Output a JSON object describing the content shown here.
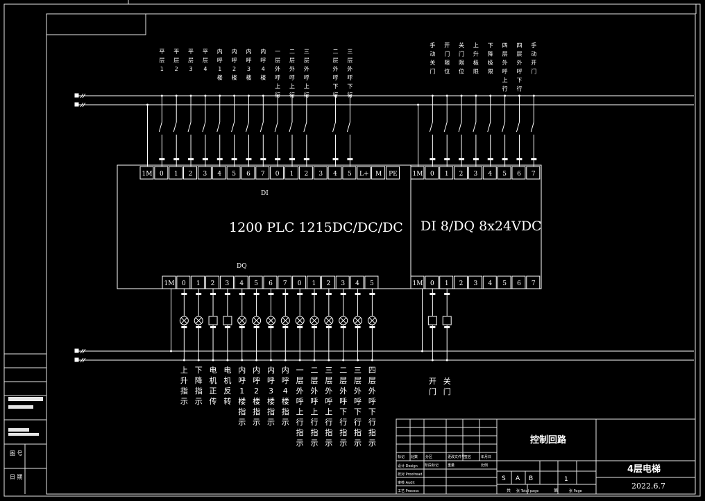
{
  "plc": {
    "title": "1200 PLC 1215DC/DC/DC",
    "di_label": "DI",
    "dq_label": "DQ",
    "top_pins": [
      "1M",
      "0",
      "1",
      "2",
      "3",
      "4",
      "5",
      "6",
      "7",
      "0",
      "1",
      "2",
      "3",
      "4",
      "5",
      "L+",
      "M",
      "PE"
    ],
    "bottom_pins": [
      "1M",
      "0",
      "1",
      "2",
      "3",
      "4",
      "5",
      "6",
      "7",
      "0",
      "1",
      "2",
      "3",
      "4",
      "5"
    ]
  },
  "module": {
    "title": "DI 8/DQ 8x24VDC",
    "top_pins": [
      "1M",
      "0",
      "1",
      "2",
      "3",
      "4",
      "5",
      "6",
      "7"
    ],
    "bottom_pins": [
      "1M",
      "0",
      "1",
      "2",
      "3",
      "4",
      "5",
      "6",
      "7"
    ]
  },
  "inputs_plc": [
    {
      "pin": 1,
      "label": "平层1"
    },
    {
      "pin": 2,
      "label": "平层2"
    },
    {
      "pin": 3,
      "label": "平层3"
    },
    {
      "pin": 4,
      "label": "平层4"
    },
    {
      "pin": 5,
      "label": "内呼1楼"
    },
    {
      "pin": 6,
      "label": "内呼2楼"
    },
    {
      "pin": 7,
      "label": "内呼3楼"
    },
    {
      "pin": 8,
      "label": "内呼4楼"
    },
    {
      "pin": 9,
      "label": "一层外呼上行"
    },
    {
      "pin": 10,
      "label": "二层外呼上行"
    },
    {
      "pin": 11,
      "label": "三层外呼上行"
    },
    {
      "pin": 13,
      "label": "二层外呼下行"
    },
    {
      "pin": 14,
      "label": "三层外呼下行"
    }
  ],
  "inputs_module": [
    {
      "pin": 1,
      "label": "手动关门"
    },
    {
      "pin": 2,
      "label": "开门限位"
    },
    {
      "pin": 3,
      "label": "关门限位"
    },
    {
      "pin": 4,
      "label": "上升极限"
    },
    {
      "pin": 5,
      "label": "下降极限"
    },
    {
      "pin": 6,
      "label": "四层外呼上行"
    },
    {
      "pin": 7,
      "label": "四层外呼下行"
    },
    {
      "pin": 8,
      "label": "手动开门"
    }
  ],
  "outputs_plc": [
    {
      "pin": 1,
      "type": "lamp",
      "label": "上升指示"
    },
    {
      "pin": 2,
      "type": "lamp",
      "label": "下降指示"
    },
    {
      "pin": 3,
      "type": "relay",
      "label": "电机正传"
    },
    {
      "pin": 4,
      "type": "relay",
      "label": "电机反转"
    },
    {
      "pin": 5,
      "type": "lamp",
      "label": "内呼1楼指示"
    },
    {
      "pin": 6,
      "type": "lamp",
      "label": "内呼2楼指示"
    },
    {
      "pin": 7,
      "type": "lamp",
      "label": "内呼3楼指示"
    },
    {
      "pin": 8,
      "type": "lamp",
      "label": "内呼4楼指示"
    },
    {
      "pin": 9,
      "type": "lamp",
      "label": "一层外呼上行指示"
    },
    {
      "pin": 10,
      "type": "lamp",
      "label": "二层外呼上行指示"
    },
    {
      "pin": 11,
      "type": "lamp",
      "label": "三层外呼上行指示"
    },
    {
      "pin": 12,
      "type": "lamp",
      "label": "二层外呼下行指示"
    },
    {
      "pin": 13,
      "type": "lamp",
      "label": "三层外呼下行指示"
    },
    {
      "pin": 14,
      "type": "lamp",
      "label": "四层外呼下行指示"
    }
  ],
  "outputs_module": [
    {
      "pin": 1,
      "type": "relay",
      "label": "开门"
    },
    {
      "pin": 2,
      "type": "relay",
      "label": "关门"
    }
  ],
  "title_block": {
    "drawing_title": "控制回路",
    "project": "4层电梯",
    "date": "2022.6.7",
    "sheet_number": "1",
    "marks": [
      "S",
      "A",
      "B"
    ],
    "sheet_labels": [
      "共",
      "张 Total page",
      "第",
      "张 Page"
    ],
    "left_rows": [
      "设计 Design",
      "校对 Proofread",
      "审核 Audit",
      "工艺 Process"
    ],
    "small_labels": [
      "标记",
      "处数",
      "分区",
      "更改文件号",
      "签名",
      "年月日",
      "阶段标记",
      "重量",
      "比例"
    ]
  },
  "side_strip": {
    "labels": [
      "图 号",
      "日 期"
    ]
  },
  "colors": {
    "background": "#000000",
    "lines": "#ffffff",
    "frame": "#e6e6e6"
  }
}
